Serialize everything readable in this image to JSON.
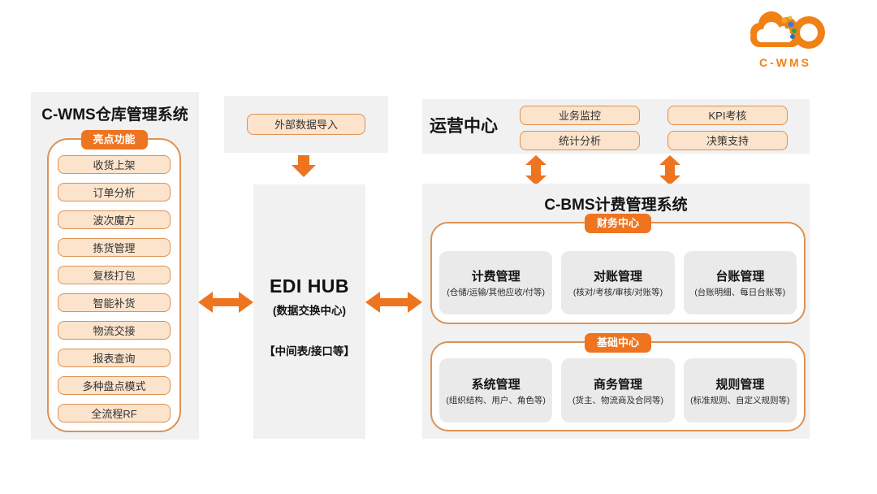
{
  "logo": {
    "text": "C-WMS"
  },
  "wms": {
    "title": "C-WMS仓库管理系统",
    "badge": "亮点功能",
    "items": [
      "收货上架",
      "订单分析",
      "波次魔方",
      "拣货管理",
      "复核打包",
      "智能补货",
      "物流交接",
      "报表查询",
      "多种盘点模式",
      "全流程RF"
    ]
  },
  "external_import": {
    "label": "外部数据导入"
  },
  "edi": {
    "title": "EDI HUB",
    "subtitle": "(数据交换中心)",
    "note": "【中间表/接口等】"
  },
  "ops": {
    "title": "运营中心",
    "items": [
      "业务监控",
      "KPI考核",
      "统计分析",
      "决策支持"
    ]
  },
  "bms": {
    "title": "C-BMS计费管理系统",
    "finance": {
      "badge": "财务中心",
      "cards": [
        {
          "title": "计费管理",
          "subtitle": "(仓储/运输/其他应收/付等)"
        },
        {
          "title": "对账管理",
          "subtitle": "(核对/考核/审核/对账等)"
        },
        {
          "title": "台账管理",
          "subtitle": "(台账明细、每日台账等)"
        }
      ]
    },
    "base": {
      "badge": "基础中心",
      "cards": [
        {
          "title": "系统管理",
          "subtitle": "(组织结构、用户、角色等)"
        },
        {
          "title": "商务管理",
          "subtitle": "(货主、物流商及合同等)"
        },
        {
          "title": "规则管理",
          "subtitle": "(标准规则、自定义规则等)"
        }
      ]
    }
  },
  "colors": {
    "accent": "#EE7420",
    "outline_border": "#DC9254",
    "item_fill": "#FBE3CC",
    "panel_bg": "#F1F1F1",
    "card_bg": "#EAEAEA",
    "logo_orange": "#F08114"
  }
}
